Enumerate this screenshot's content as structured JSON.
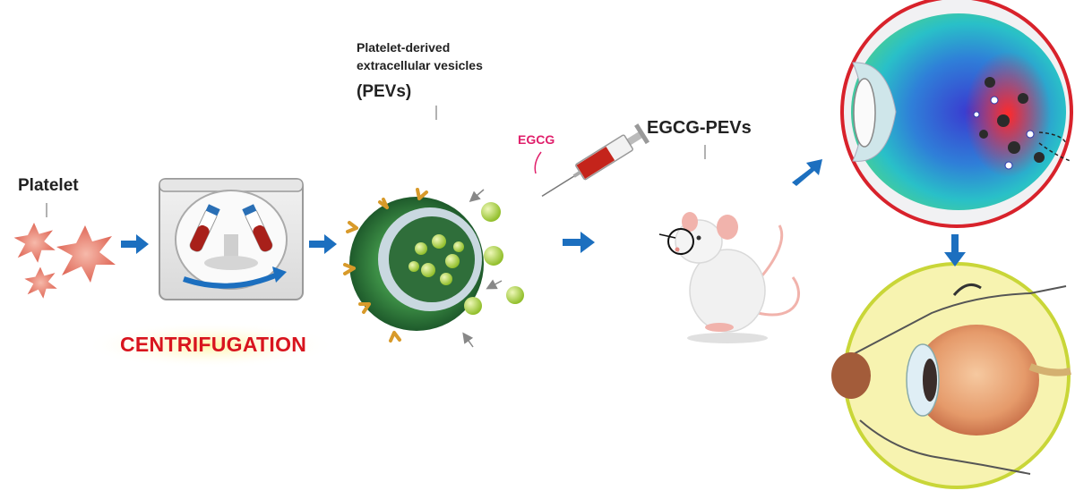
{
  "labels": {
    "platelet": "Platelet",
    "pev_line1": "Platelet-derived",
    "pev_line2": "extracellular vesicles",
    "pev_abbrev": "(PEVs)",
    "egcg": "EGCG",
    "egcg_pevs": "EGCG-PEVs",
    "centrifugation": "CENTRIFUGATION"
  },
  "colors": {
    "arrow": "#1c6fbf",
    "egcg_text": "#e0206b",
    "centrifugation_text": "#d8141e",
    "retina_circle_border": "#d8222b",
    "eye_circle_border": "#c9d638",
    "eye_circle_fill": "#f7f3b0",
    "platelet": "#e9796b",
    "vesicle_green": "#2f7a3a",
    "egcg_ball": "#b6d84a"
  },
  "icons": [
    "platelet-icon",
    "centrifuge-icon",
    "vesicle-icon",
    "syringe-icon",
    "mouse-icon",
    "retina-icon",
    "eye-icon",
    "arrow-right-icon",
    "arrow-down-icon"
  ]
}
